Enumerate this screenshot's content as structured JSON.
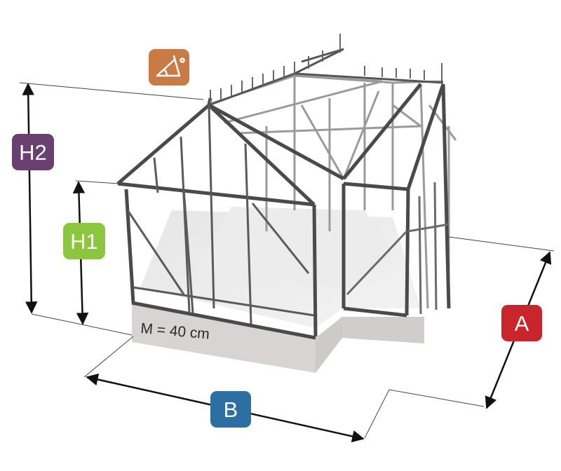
{
  "labels": {
    "h2": "H2",
    "h1": "H1",
    "a": "A",
    "b": "B",
    "base": "M = 40 cm"
  },
  "icons": {
    "roof_angle": "roof-angle-icon"
  },
  "colors": {
    "h2_badge": "#6b3f6f",
    "h1_badge": "#8cc63f",
    "a_badge": "#c8262c",
    "b_badge": "#2e6fa3",
    "angle_badge": "#c97a45",
    "base_fill": "#d8d4d4",
    "frame": "#4a4a4a",
    "dimension_line": "#111111"
  }
}
